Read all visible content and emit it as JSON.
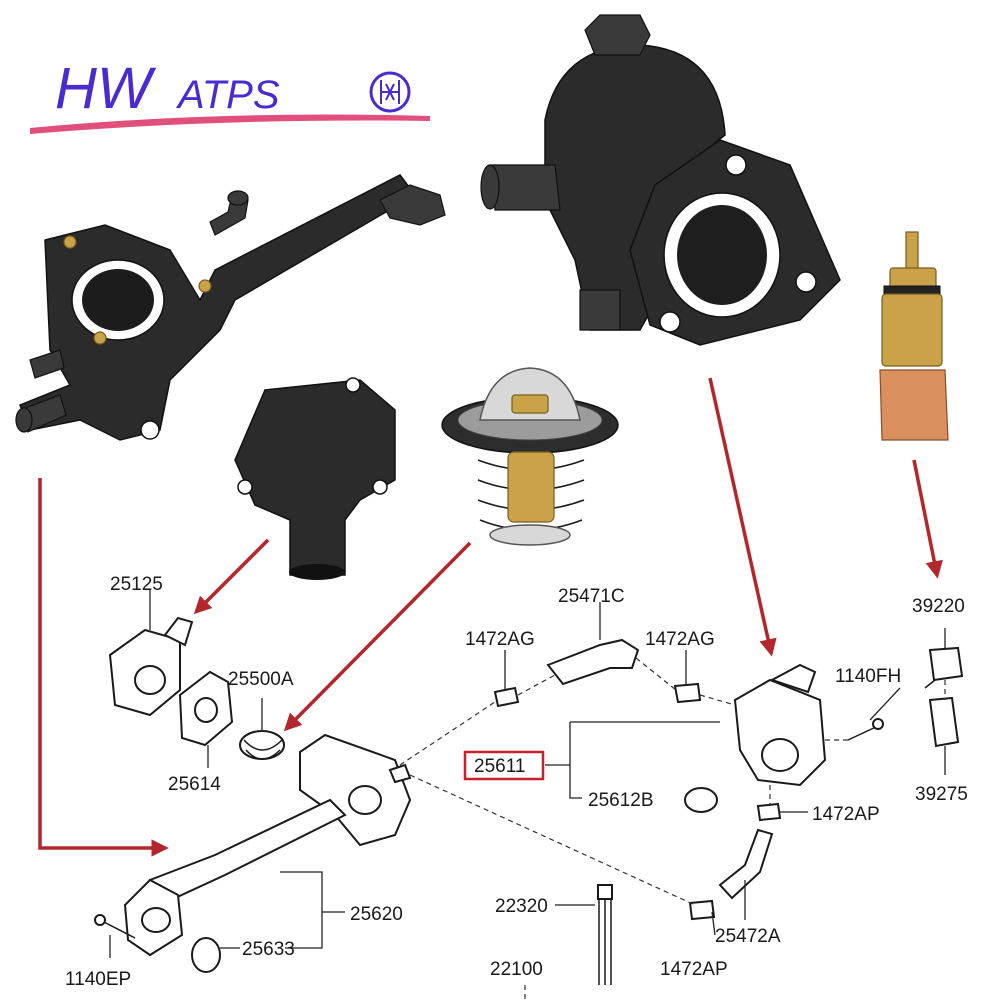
{
  "brand": {
    "logo_main": "HW",
    "logo_sub": "ATPS",
    "logo_color": "#4b2bd0",
    "underline_color": "#e0507a"
  },
  "colors": {
    "arrow": "#b3262c",
    "box": "#c8202a",
    "ink": "#1a1a1a"
  },
  "parts": {
    "p25125": "25125",
    "p25614": "25614",
    "p25500a": "25500A",
    "p25471c": "25471C",
    "p1472ag_left": "1472AG",
    "p1472ag_right": "1472AG",
    "p25611": "25611",
    "p25612b": "25612B",
    "p1140fh": "1140FH",
    "p39220": "39220",
    "p39275": "39275",
    "p1472ap_upper": "1472AP",
    "p25620": "25620",
    "p25633": "25633",
    "p1140ep": "1140EP",
    "p22320": "22320",
    "p22100": "22100",
    "p25472a": "25472A",
    "p1472ap_lower": "1472AP"
  },
  "icons": {
    "logo_emblem": "circle-emblem-icon",
    "arrow": "arrow-icon"
  }
}
